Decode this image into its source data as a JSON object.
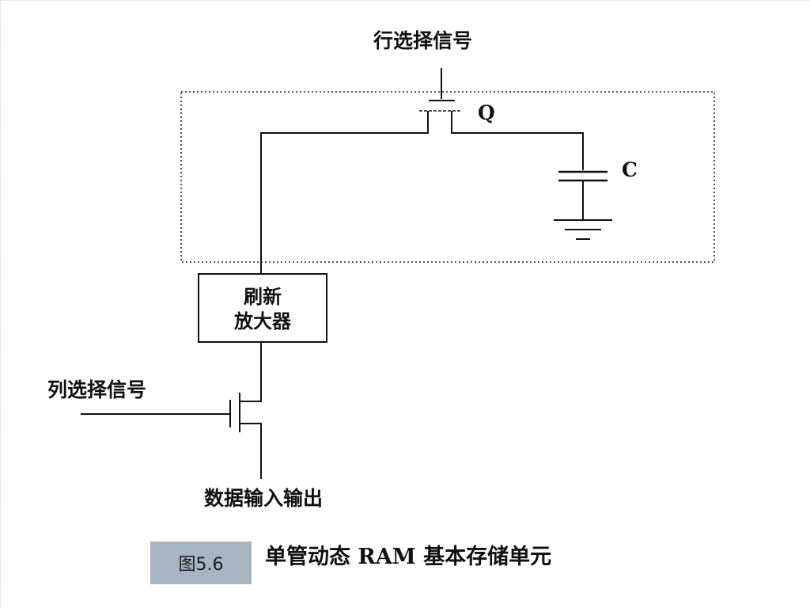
{
  "diagram": {
    "row_select_label": "行选择信号",
    "transistor_label": "Q",
    "capacitor_label": "C",
    "amplifier_line1": "刷新",
    "amplifier_line2": "放大器",
    "column_select_label": "列选择信号",
    "data_io_label": "数据输入输出"
  },
  "figure": {
    "number": "图5.6",
    "caption": "单管动态 RAM 基本存储单元"
  }
}
